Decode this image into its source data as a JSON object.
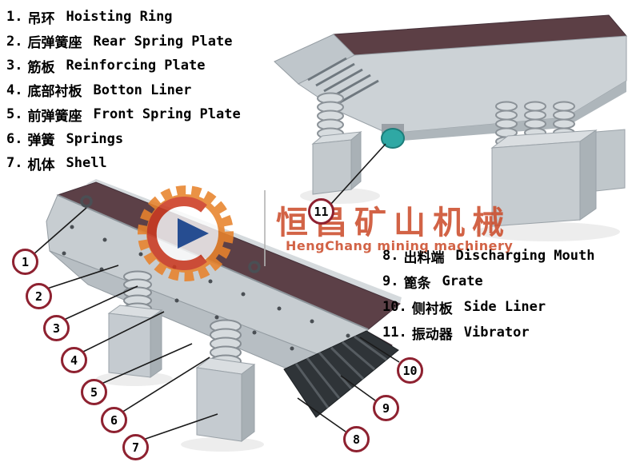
{
  "legend_left": {
    "items": [
      {
        "num": "1.",
        "zh": "吊环",
        "en": "Hoisting Ring"
      },
      {
        "num": "2.",
        "zh": "后弹簧座",
        "en": "Rear Spring Plate"
      },
      {
        "num": "3.",
        "zh": "筋板",
        "en": "Reinforcing Plate"
      },
      {
        "num": "4.",
        "zh": "底部衬板",
        "en": "Botton Liner"
      },
      {
        "num": "5.",
        "zh": "前弹簧座",
        "en": "Front Spring Plate"
      },
      {
        "num": "6.",
        "zh": "弹簧",
        "en": "Springs"
      },
      {
        "num": "7.",
        "zh": "机体",
        "en": "Shell"
      }
    ]
  },
  "legend_right": {
    "items": [
      {
        "num": "8.",
        "zh": "出料端",
        "en": "Discharging Mouth"
      },
      {
        "num": "9.",
        "zh": "篦条",
        "en": "Grate"
      },
      {
        "num": "10.",
        "zh": "侧衬板",
        "en": "Side Liner"
      },
      {
        "num": "11.",
        "zh": "振动器",
        "en": "Vibrator"
      }
    ]
  },
  "callouts": [
    {
      "label": "1"
    },
    {
      "label": "2"
    },
    {
      "label": "3"
    },
    {
      "label": "4"
    },
    {
      "label": "5"
    },
    {
      "label": "6"
    },
    {
      "label": "7"
    },
    {
      "label": "8"
    },
    {
      "label": "9"
    },
    {
      "label": "10"
    },
    {
      "label": "11"
    }
  ],
  "watermark": {
    "brand_zh": "恒昌矿山机械",
    "brand_en": "HengChang mining machinery"
  },
  "colors": {
    "callout_border": "#8e2130",
    "machine_body": "#c9cfd3",
    "machine_interior": "#5c4047",
    "grate_dark": "#2f3438",
    "vibrator_teal": "#2fa8a4",
    "watermark_accent": "#ca4826"
  }
}
